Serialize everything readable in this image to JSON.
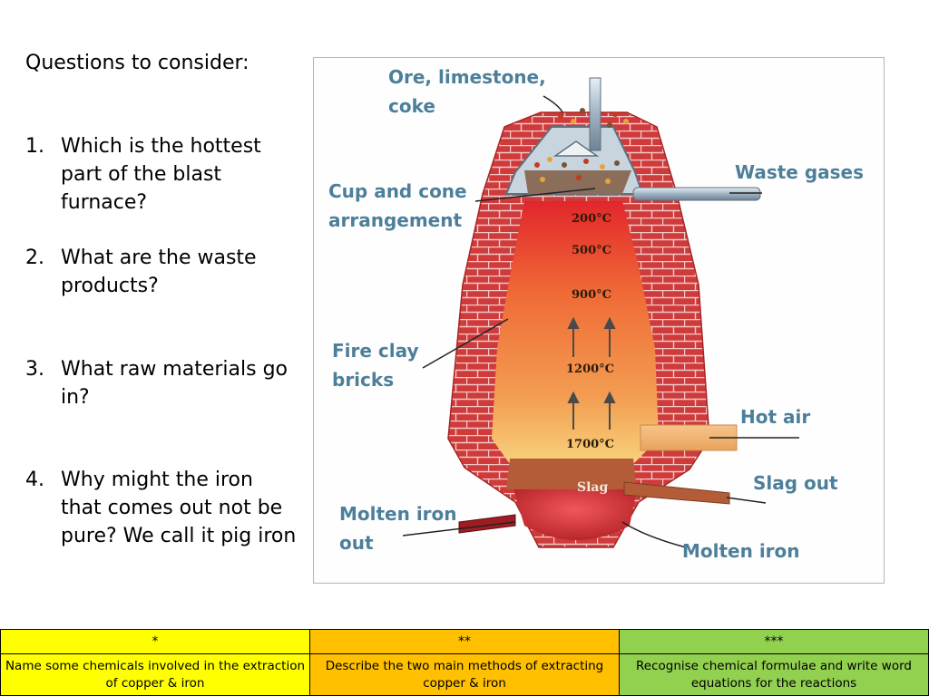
{
  "questions": {
    "heading": "Questions to consider:",
    "items": [
      {
        "num": "1.",
        "text": "Which is the hottest part of the blast furnace?"
      },
      {
        "num": "2.",
        "text": "What are the waste products?"
      },
      {
        "num": "3.",
        "text": "What raw materials go in?"
      },
      {
        "num": "4.",
        "text": "Why might the iron that comes out not be pure? We call it pig iron"
      }
    ]
  },
  "diagram": {
    "labels": {
      "ore": [
        "Ore, limestone,",
        "coke"
      ],
      "cup_cone": [
        "Cup and cone",
        "arrangement"
      ],
      "waste_gases": "Waste gases",
      "fire_clay": [
        "Fire clay",
        "bricks"
      ],
      "hot_air": "Hot air",
      "slag_out": "Slag out",
      "molten_iron_out": [
        "Molten iron",
        "out"
      ],
      "molten_iron": "Molten iron",
      "slag": "Slag"
    },
    "temperatures": [
      "200°C",
      "500°C",
      "900°C",
      "1200°C",
      "1700°C"
    ]
  },
  "levels": {
    "headers": [
      "*",
      "**",
      "***"
    ],
    "descriptions": [
      "Name some chemicals involved in the extraction of copper & iron",
      "Describe the two main methods of extracting copper & iron",
      "Recognise chemical formulae and write word equations for the reactions"
    ],
    "colors": [
      "#ffff00",
      "#ffc000",
      "#92d050"
    ]
  }
}
